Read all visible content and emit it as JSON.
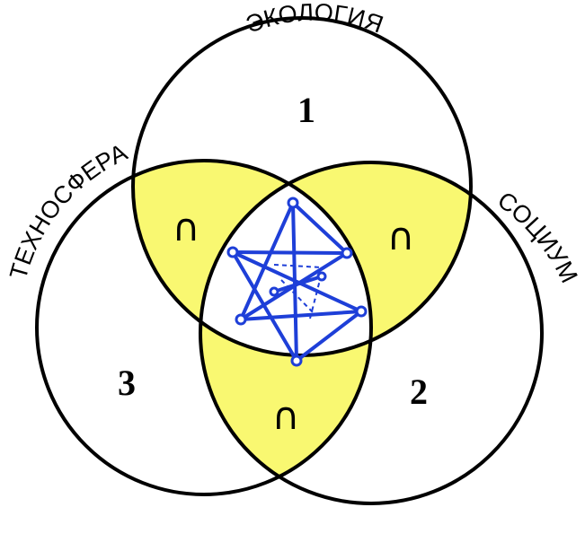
{
  "colors": {
    "intersection_fill": "#f9f871",
    "outline": "#000000",
    "star": "#1e3fd8",
    "background": "#ffffff"
  },
  "circles": {
    "ecology": {
      "label": "ЭКОЛОГИЯ",
      "number": "1"
    },
    "society": {
      "label": "СОЦИУМ",
      "number": "2"
    },
    "technosphere": {
      "label": "ТЕХНОСФЕРА",
      "number": "3"
    }
  },
  "intersections": {
    "ecology_technosphere": "∩",
    "ecology_society": "∩",
    "society_technosphere": "∩"
  },
  "center_icon": "star-of-david-icon"
}
